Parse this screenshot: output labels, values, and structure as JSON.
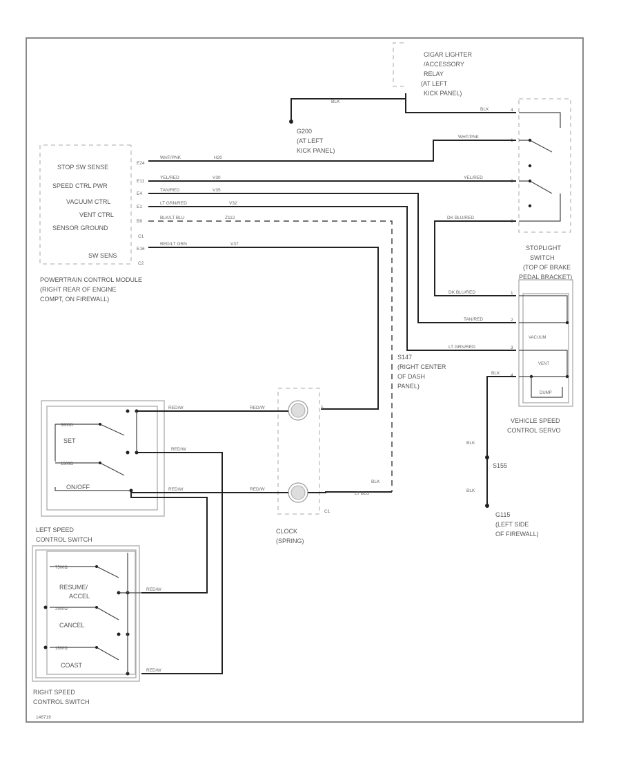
{
  "pcm": {
    "pins": [
      {
        "label": "STOP SW SENSE",
        "pin": "E24",
        "wire": "WHT/PNK",
        "ckt": "H20"
      },
      {
        "label": "SPEED CTRL PWR",
        "pin": "E11",
        "wire": "YEL/RED",
        "ckt": "V30"
      },
      {
        "label": "VACUUM CTRL",
        "pin": "E4",
        "wire": "TAN/RED",
        "ckt": "V35"
      },
      {
        "label": "VENT CTRL",
        "pin": "E1",
        "wire": "LT GRN/RED",
        "ckt": "V32"
      },
      {
        "label": "SENSOR GROUND",
        "pin": "B9",
        "wire": "BLK/LT BLU",
        "ckt": "Z112"
      },
      {
        "label": "SW SENS",
        "pin": "E16",
        "wire": "RED/LT GRN",
        "ckt": "V37"
      }
    ],
    "connectors": [
      "C1",
      "C2"
    ],
    "caption": [
      "POWERTRAIN CONTROL MODULE",
      "(RIGHT REAR OF ENGINE",
      "COMPT, ON FIREWALL)"
    ]
  },
  "relay": {
    "lines": [
      "CIGAR LIGHTER",
      "/ACCESSORY",
      "RELAY",
      "(AT LEFT",
      "KICK PANEL)"
    ]
  },
  "g200": {
    "lines": [
      "G200",
      "(AT LEFT",
      "KICK PANEL)"
    ],
    "wire": "BLK"
  },
  "stoplight": {
    "wires": [
      "BLK",
      "WHT/PNK",
      "YEL/RED",
      "DK BLU/RED"
    ],
    "pins": [
      "4",
      "1",
      "2",
      "3"
    ],
    "caption": [
      "STOPLIGHT",
      "SWITCH",
      "(TOP OF BRAKE",
      "PEDAL BRACKET)"
    ]
  },
  "servo": {
    "wires": [
      "DK BLU/RED",
      "TAN/RED",
      "LT GRN/RED",
      "BLK"
    ],
    "pins": [
      "1",
      "2",
      "3",
      "4"
    ],
    "labels": [
      "VACUUM",
      "VENT",
      "DUMP"
    ],
    "caption": [
      "VEHICLE SPEED",
      "CONTROL SERVO"
    ]
  },
  "s147": {
    "lines": [
      "S147",
      "(RIGHT CENTER",
      "OF DASH",
      "PANEL)"
    ]
  },
  "s155": {
    "label": "S155",
    "wires": [
      "BLK",
      "BLK"
    ]
  },
  "g115": {
    "lines": [
      "G115",
      "(LEFT SIDE",
      "OF FIREWALL)"
    ]
  },
  "clock": {
    "lines": [
      "CLOCK",
      "(SPRING)"
    ],
    "wires": [
      "RED/W",
      "RED/W",
      "RED/W",
      "BLK",
      "LT BLU"
    ],
    "pins": [
      "5",
      "C1"
    ]
  },
  "left_switch": {
    "caption": [
      "LEFT SPEED",
      "CONTROL SWITCH"
    ],
    "labels": [
      "SET",
      "ON/OFF"
    ],
    "resistors": [
      "5600Ω",
      "1500Ω"
    ],
    "wires": [
      "RED/W",
      "RED/W"
    ]
  },
  "right_switch": {
    "caption": [
      "RIGHT SPEED",
      "CONTROL SWITCH"
    ],
    "labels": [
      "RESUME/",
      "ACCEL",
      "CANCEL",
      "COAST"
    ],
    "resistors": [
      "7500Ω",
      "2900Ω",
      "1800Ω"
    ],
    "wires": [
      "RED/W",
      "RED/W"
    ]
  },
  "figure_id": "146719"
}
